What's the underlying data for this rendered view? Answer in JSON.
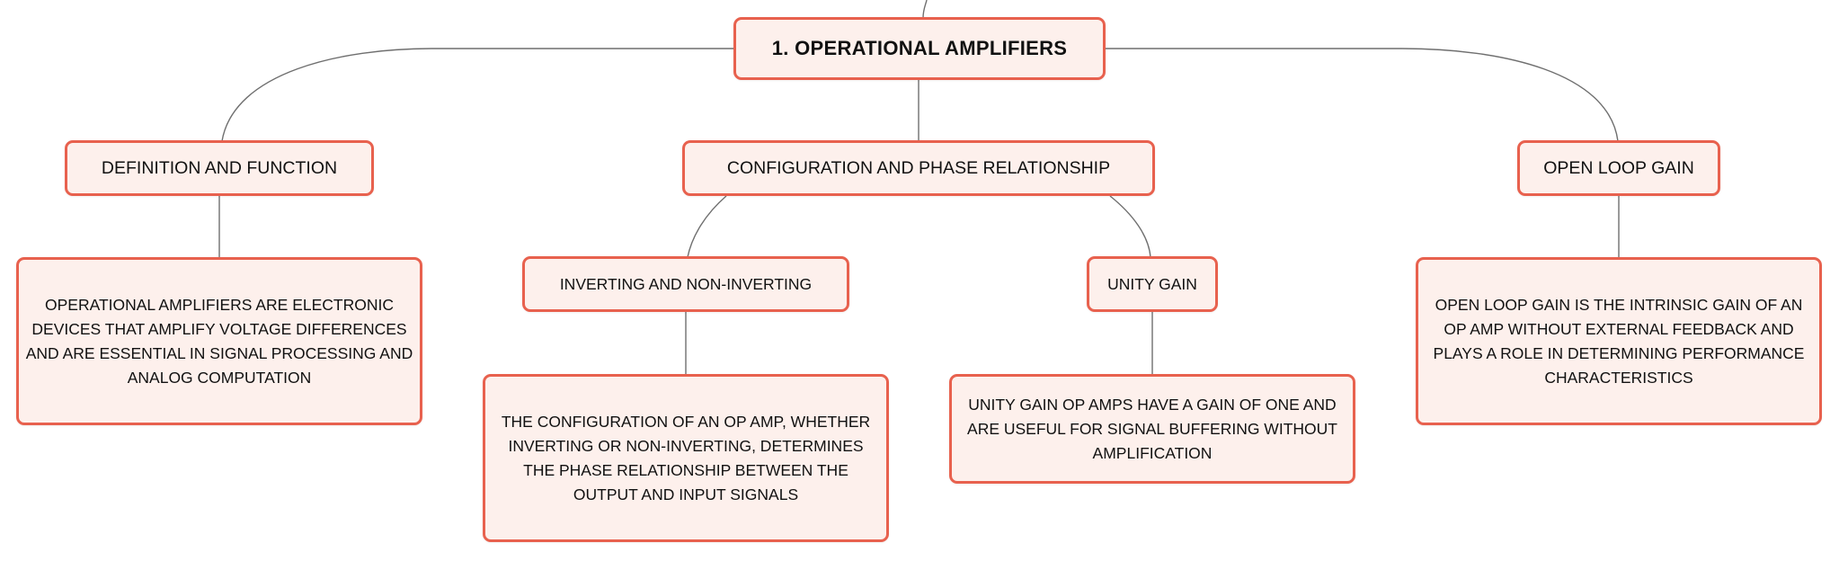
{
  "colors": {
    "node_border": "#e8614e",
    "node_fill": "#fdf0ec",
    "connector": "#6f6f6f",
    "background": "#ffffff"
  },
  "mindmap": {
    "root": {
      "label": "1. OPERATIONAL AMPLIFIERS"
    },
    "branches": [
      {
        "label": "DEFINITION AND FUNCTION",
        "detail": "OPERATIONAL AMPLIFIERS ARE ELECTRONIC DEVICES THAT AMPLIFY VOLTAGE DIFFERENCES AND ARE ESSENTIAL IN SIGNAL PROCESSING AND ANALOG COMPUTATION"
      },
      {
        "label": "CONFIGURATION AND PHASE RELATIONSHIP",
        "children": [
          {
            "label": "INVERTING AND NON-INVERTING",
            "detail": "THE CONFIGURATION OF AN OP AMP, WHETHER INVERTING OR NON-INVERTING, DETERMINES THE PHASE RELATIONSHIP BETWEEN THE OUTPUT AND INPUT SIGNALS"
          },
          {
            "label": "UNITY GAIN",
            "detail": "UNITY GAIN OP AMPS HAVE A GAIN OF ONE AND ARE USEFUL FOR SIGNAL BUFFERING WITHOUT AMPLIFICATION"
          }
        ]
      },
      {
        "label": "OPEN LOOP GAIN",
        "detail": "OPEN LOOP GAIN IS THE INTRINSIC GAIN OF AN OP AMP WITHOUT EXTERNAL FEEDBACK AND PLAYS A ROLE IN DETERMINING PERFORMANCE CHARACTERISTICS"
      }
    ]
  }
}
